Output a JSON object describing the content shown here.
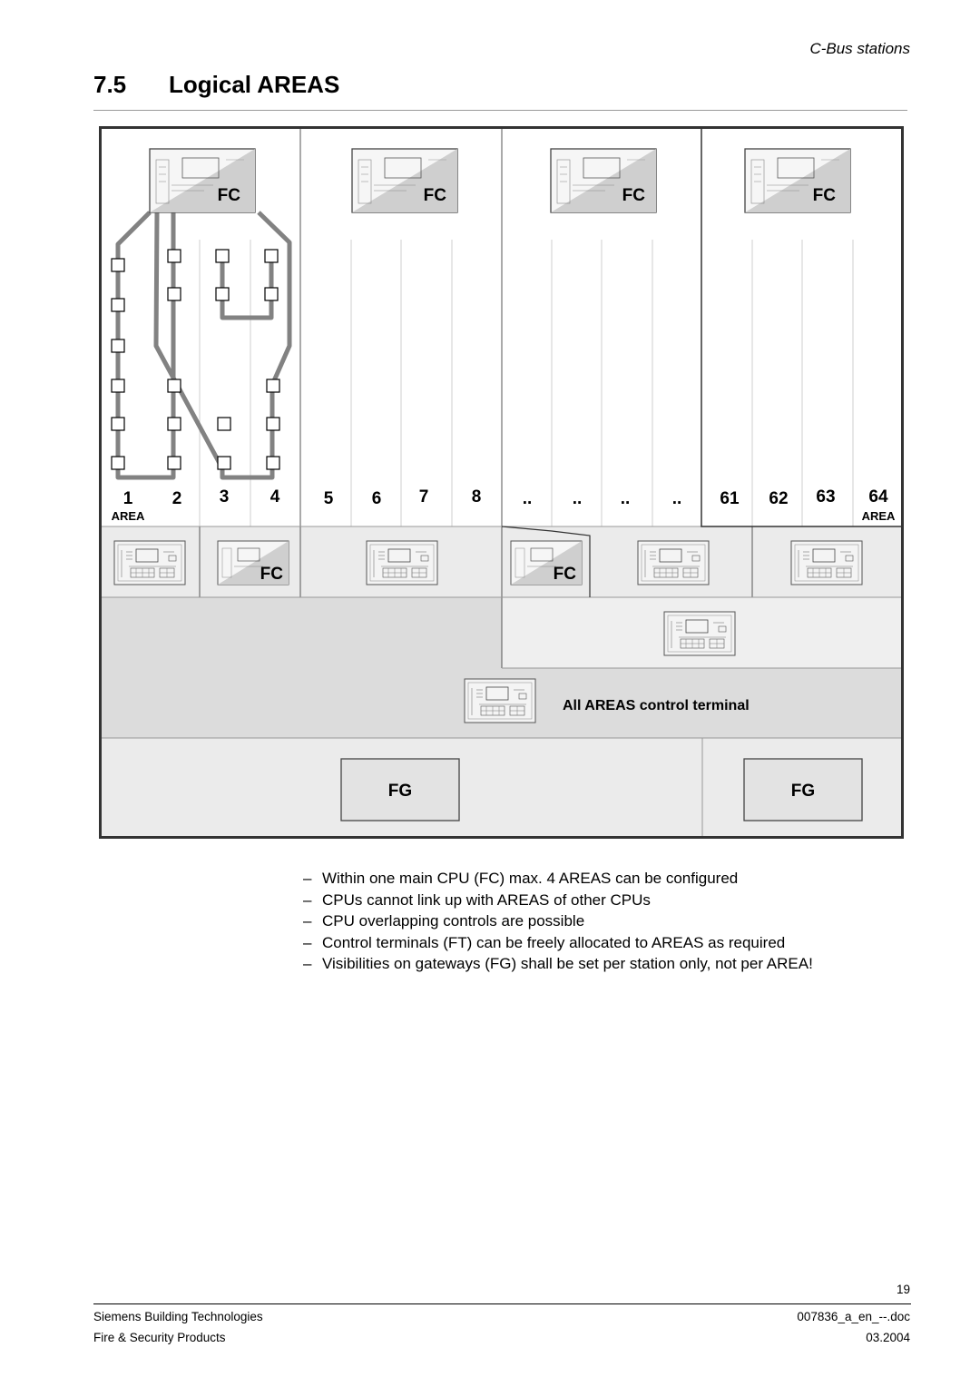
{
  "header": {
    "running_head": "C-Bus stations",
    "section_number": "7.5",
    "section_title": "Logical AREAS"
  },
  "diagram": {
    "controller_label": "FC",
    "gateway_label": "FG",
    "area_label": "AREA",
    "area_numbers": [
      "1",
      "2",
      "3",
      "4",
      "5",
      "6",
      "7",
      "8",
      "..",
      "..",
      "..",
      "..",
      "61",
      "62",
      "63",
      "64"
    ],
    "all_areas_terminal_label": "All AREAS control terminal"
  },
  "bullets": [
    "Within one main CPU (FC) max. 4 AREAS can be configured",
    "CPUs cannot link up with AREAS of other CPUs",
    "CPU overlapping controls are possible",
    "Control terminals (FT) can be freely allocated to AREAS as required",
    "Visibilities on gateways (FG) shall be set per station only, not per AREA!"
  ],
  "footer": {
    "page_number": "19",
    "company": "Siemens Building Technologies",
    "division": "Fire & Security Products",
    "doc_id": "007836_a_en_--.doc",
    "date": "03.2004"
  },
  "colors": {
    "panel_gray": "#ebebeb",
    "dark_band": "#dcdcdc",
    "loop_gray": "#828282",
    "frame": "#333333"
  }
}
